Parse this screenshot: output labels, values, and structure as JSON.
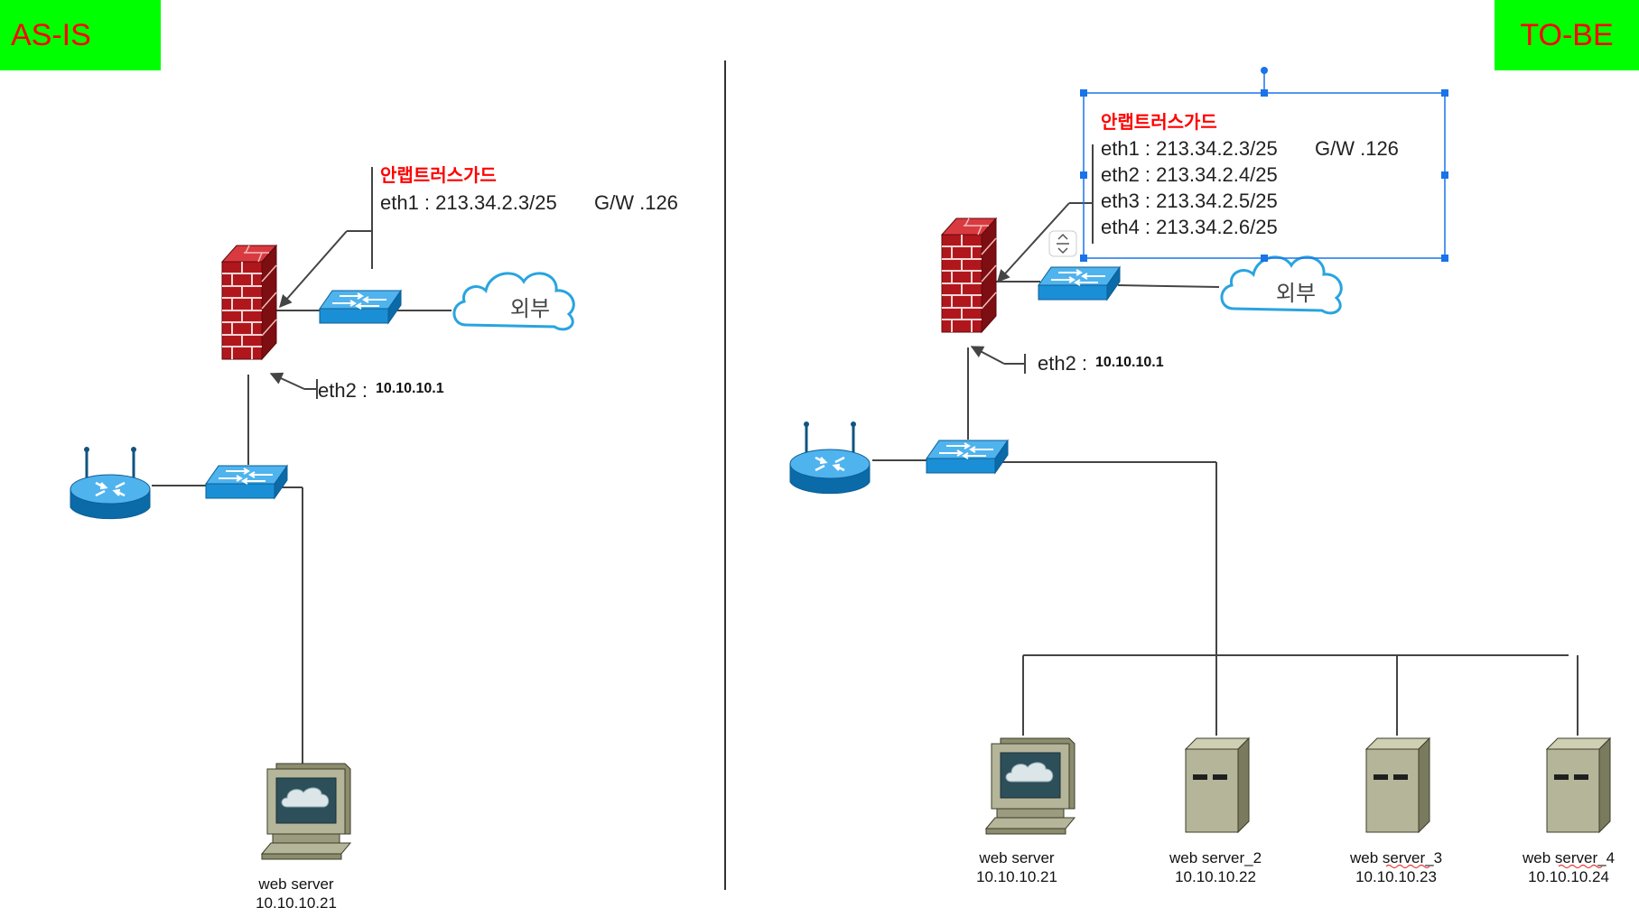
{
  "labels": {
    "as_is": "AS-IS",
    "to_be": "TO-BE"
  },
  "as_is": {
    "firewall_title": "안랩트러스가드",
    "eth1": "eth1 : 213.34.2.3/25",
    "gw": "G/W .126",
    "eth2_prefix": "eth2 :",
    "eth2_ip": "10.10.10.1",
    "cloud_label": "외부",
    "server_name": "web server",
    "server_ip": "10.10.10.21"
  },
  "to_be": {
    "firewall_title": "안랩트러스가드",
    "eth1": "eth1 : 213.34.2.3/25",
    "gw": "G/W .126",
    "eth2_line": "eth2 : 213.34.2.4/25",
    "eth3_line": "eth3 : 213.34.2.5/25",
    "eth4_line": "eth4 : 213.34.2.6/25",
    "eth2_prefix": "eth2 :",
    "eth2_ip": "10.10.10.1",
    "cloud_label": "외부",
    "servers": [
      {
        "name": "web server",
        "ip": "10.10.10.21"
      },
      {
        "name": "web server_2",
        "ip": "10.10.10.22"
      },
      {
        "name": "web server_3",
        "ip": "10.10.10.23"
      },
      {
        "name": "web server_4",
        "ip": "10.10.10.24"
      }
    ]
  },
  "colors": {
    "badge_bg": "#00ff00",
    "badge_text": "#ff0000",
    "title_red": "#ff0000",
    "selection_blue": "#1a73e8",
    "device_blue": "#1b8fd6",
    "firewall_red": "#a8161c"
  }
}
